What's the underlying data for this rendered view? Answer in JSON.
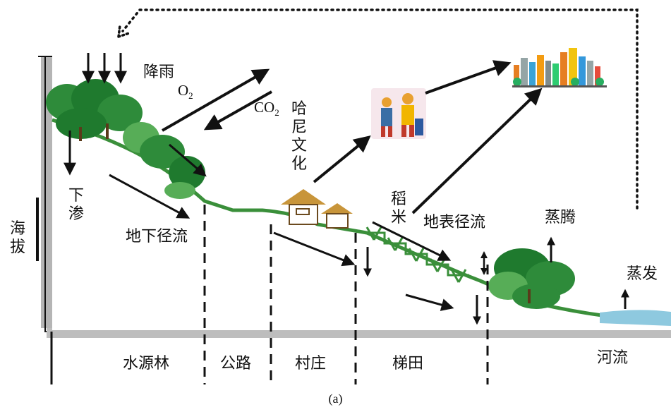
{
  "labels": {
    "altitude": "海拔",
    "rain": "降雨",
    "o2_base": "O",
    "o2_sub": "2",
    "co2_base": "CO",
    "co2_sub": "2",
    "hani_culture": "哈尼文化",
    "infiltration": "下渗",
    "underground_runoff": "地下径流",
    "rice": "稻米",
    "surface_runoff": "地表径流",
    "transpiration": "蒸腾",
    "evaporation": "蒸发"
  },
  "zones": {
    "water_forest": "水源林",
    "road": "公路",
    "village": "村庄",
    "terraces": "梯田",
    "river": "河流"
  },
  "caption": "(a)",
  "colors": {
    "tree_dark": "#1f7a2e",
    "tree_mid": "#2e8b3a",
    "tree_light": "#57ad57",
    "ground_gray": "#bdbdbd",
    "water": "#8ec9df",
    "roof": "#c8953a",
    "arrow": "#111111"
  },
  "icons": [
    "tree-icon",
    "house-icon",
    "people-icon",
    "city-icon"
  ]
}
